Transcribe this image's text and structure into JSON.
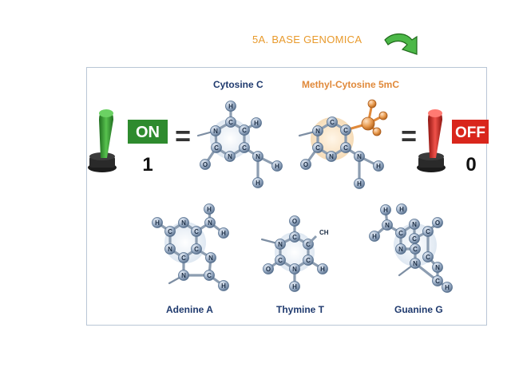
{
  "header": {
    "title": "5A. BASE  GENOMICA"
  },
  "switches": {
    "on": {
      "badge": "ON",
      "value": "1",
      "color": "#2e8b2e",
      "lever_color": "#2f9a2f"
    },
    "off": {
      "badge": "OFF",
      "value": "0",
      "color": "#d9261c",
      "lever_color": "#d9261c"
    }
  },
  "equals_sign": "=",
  "molecules": {
    "cytosine": {
      "label": "Cytosine  C"
    },
    "methyl_cytosine": {
      "label": "Methyl-Cytosine  5mC",
      "methyl_color": "#e0893a"
    },
    "adenine": {
      "label": "Adenine   A"
    },
    "thymine": {
      "label": "Thymine  T",
      "methyl_text": "CH"
    },
    "guanine": {
      "label": "Guanine  G"
    }
  },
  "atoms": {
    "C": "C",
    "N": "N",
    "O": "O",
    "H": "H"
  },
  "colors": {
    "atom_fill": "#9db0c8",
    "bond": "#8c9db1",
    "label_blue": "#1f3a6e",
    "label_orange": "#e0893a",
    "arrow_green": "#4cb848"
  }
}
